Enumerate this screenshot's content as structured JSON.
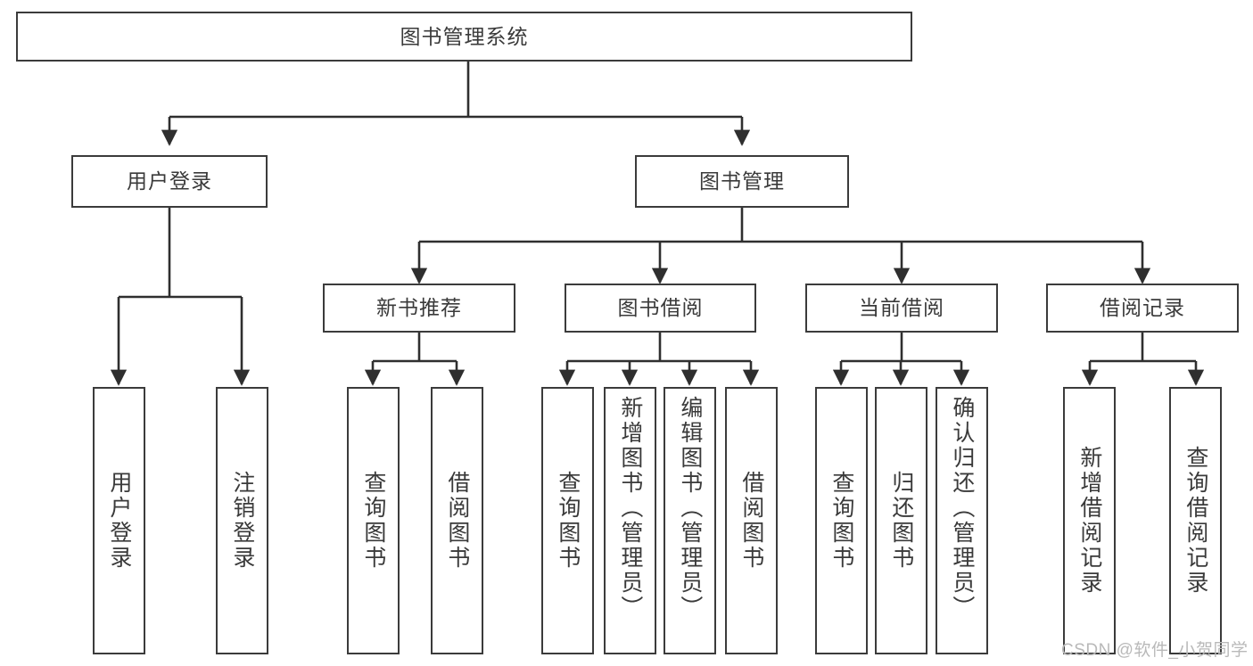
{
  "diagram": {
    "type": "tree-hierarchy",
    "title": "图书管理系统",
    "watermark": "CSDN @软件_小贺同学",
    "colors": {
      "box_border": "#3b3b3b",
      "box_fill": "#ffffff",
      "edge": "#2f2f2f",
      "text": "#3a3a3a",
      "watermark": "#b9b9b9",
      "background": "#ffffff"
    },
    "root": {
      "label": "图书管理系统"
    },
    "level1": [
      {
        "label": "用户登录"
      },
      {
        "label": "图书管理"
      }
    ],
    "level2": [
      {
        "label": "新书推荐"
      },
      {
        "label": "图书借阅"
      },
      {
        "label": "当前借阅"
      },
      {
        "label": "借阅记录"
      }
    ],
    "leaves": {
      "user_login": [
        {
          "label": "用户登录"
        },
        {
          "label": "注销登录"
        }
      ],
      "new_book_recommend": [
        {
          "label": "查询图书"
        },
        {
          "label": "借阅图书"
        }
      ],
      "book_borrow": [
        {
          "label": "查询图书"
        },
        {
          "label": "新增图书（管理员）"
        },
        {
          "label": "编辑图书（管理员）"
        },
        {
          "label": "借阅图书"
        }
      ],
      "current_borrow": [
        {
          "label": "查询图书"
        },
        {
          "label": "归还图书"
        },
        {
          "label": "确认归还（管理员）"
        }
      ],
      "borrow_records": [
        {
          "label": "新增借阅记录"
        },
        {
          "label": "查询借阅记录"
        }
      ]
    }
  }
}
